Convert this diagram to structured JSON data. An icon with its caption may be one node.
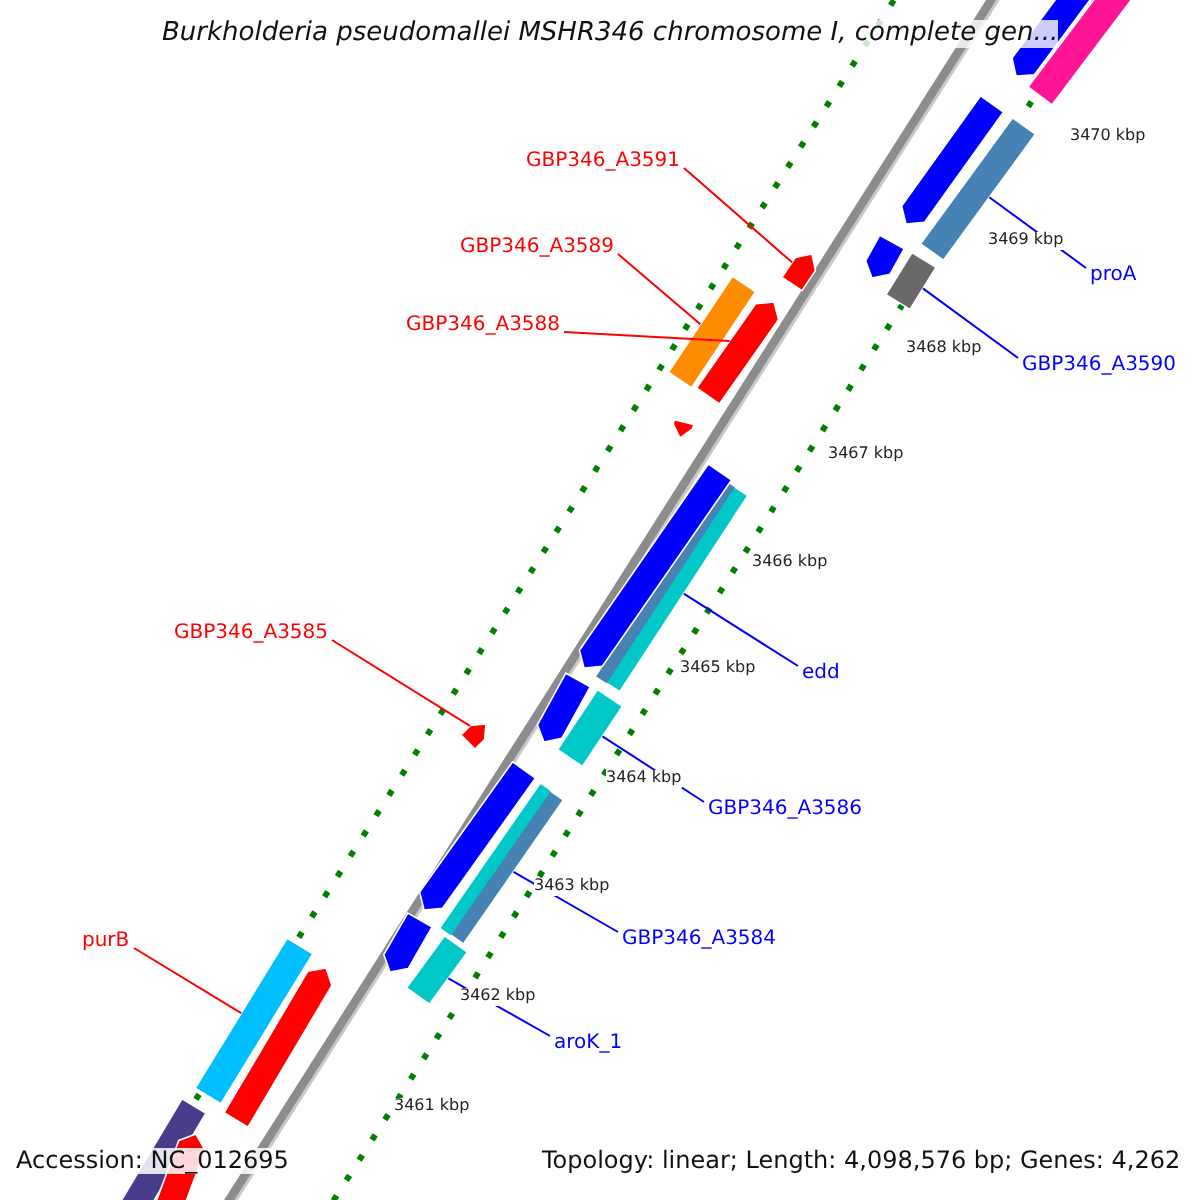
{
  "diagram": {
    "title": "Burkholderia pseudomallei MSHR346 chromosome I, complete gen...",
    "nodes": [
      {
        "text": [
          "GBP346_A3591"
        ]
      },
      {
        "text": [
          "GBP346_A3589"
        ]
      },
      {
        "text": [
          "GBP346_A3588"
        ]
      },
      {
        "text": [
          "proA"
        ]
      },
      {
        "text": [
          "GBP346_A3590"
        ]
      },
      {
        "text": [
          "edd"
        ]
      },
      {
        "text": [
          "GBP346_A3585"
        ]
      },
      {
        "text": [
          "GBP346_A3586"
        ]
      },
      {
        "text": [
          "GBP346_A3584"
        ]
      },
      {
        "text": [
          "purB"
        ]
      },
      {
        "text": [
          "aroK_1"
        ]
      },
      {
        "text": [],
        "shape": "bar"
      },
      {
        "text": [],
        "shape": "bar"
      },
      {
        "text": [],
        "shape": "bar"
      },
      {
        "text": [],
        "shape": "bar"
      },
      {
        "text": [],
        "shape": "bar"
      },
      {
        "text": [],
        "shape": "bar"
      },
      {
        "text": [],
        "shape": "bar"
      },
      {
        "text": [],
        "shape": "bar"
      },
      {
        "text": [],
        "shape": "bar"
      },
      {
        "text": [],
        "shape": "bar"
      },
      {
        "text": [],
        "shape": "bar"
      },
      {
        "text": [],
        "shape": "bar"
      },
      {
        "text": [],
        "shape": "bar"
      },
      {
        "text": [],
        "shape": "bar"
      },
      {
        "text": [],
        "shape": "bar"
      },
      {
        "text": [],
        "shape": "bar"
      },
      {
        "text": [],
        "shape": "bar"
      },
      {
        "text": [],
        "shape": "bar"
      },
      {
        "text": [],
        "shape": "bar"
      },
      {
        "text": [],
        "shape": "bar"
      },
      {
        "text": [],
        "shape": "bar"
      },
      {
        "text": [],
        "shape": "bar"
      },
      {
        "text": [],
        "shape": "bar"
      }
    ],
    "edges": [
      {
        "from": 0,
        "to": 11,
        "arrow": "none",
        "color": "#ff0000"
      },
      {
        "from": 1,
        "to": 12,
        "arrow": "none",
        "color": "#ff0000"
      },
      {
        "from": 2,
        "to": 13,
        "arrow": "none",
        "color": "#ff0000"
      },
      {
        "from": 3,
        "to": 14,
        "arrow": "none"
      },
      {
        "from": 4,
        "to": 15,
        "arrow": "none"
      },
      {
        "from": 5,
        "to": 16,
        "arrow": "none"
      },
      {
        "from": 6,
        "to": 17,
        "arrow": "none",
        "color": "#ff0000"
      },
      {
        "from": 7,
        "to": 18,
        "arrow": "none"
      },
      {
        "from": 8,
        "to": 19,
        "arrow": "none"
      },
      {
        "from": 9,
        "to": 20,
        "arrow": "none",
        "color": "#ff0000"
      },
      {
        "from": 10,
        "to": 21,
        "arrow": "none"
      }
    ],
    "labels": [
      "3470 kbp",
      "3469 kbp",
      "3468 kbp",
      "3467 kbp",
      "3466 kbp",
      "3465 kbp",
      "3464 kbp",
      "3463 kbp",
      "3462 kbp",
      "3461 kbp",
      "Accession: NC_012695",
      "Topology: linear; Length: 4,098,576 bp; Genes: 4,262"
    ]
  }
}
